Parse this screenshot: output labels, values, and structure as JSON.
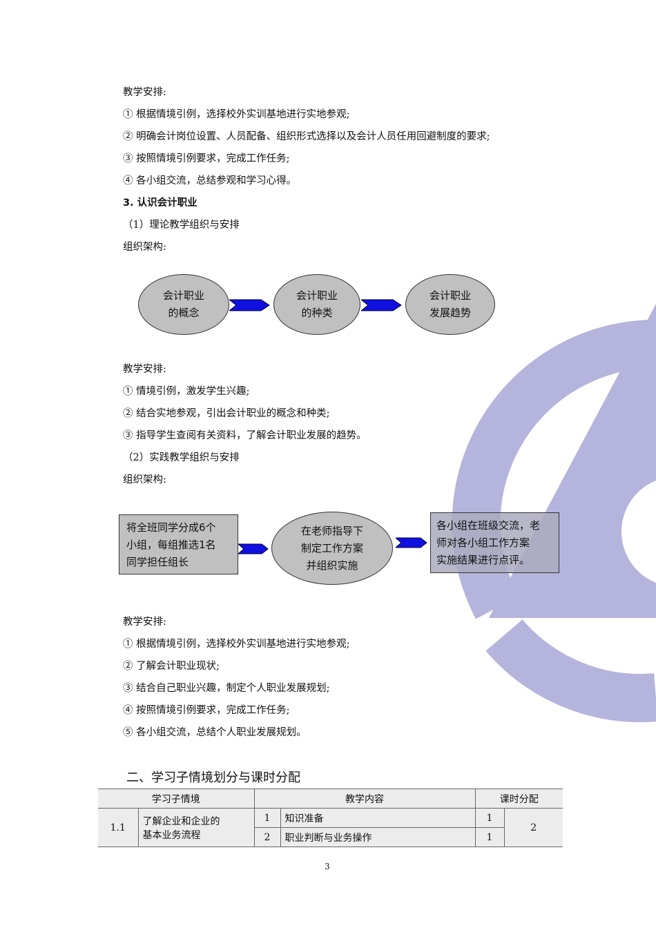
{
  "section1": {
    "heading": "教学安排:",
    "items": [
      "① 根据情境引例，选择校外实训基地进行实地参观;",
      "② 明确会计岗位设置、人员配备、组织形式选择以及会计人员任用回避制度的要求;",
      "③ 按照情境引例要求，完成工作任务;",
      "④ 各小组交流，总结参观和学习心得。"
    ]
  },
  "section3": {
    "title": "3. 认识会计职业",
    "sub1": "（1）理论教学组织与安排",
    "org1": "组织架构:",
    "flow1": [
      [
        "会计职业",
        "的概念"
      ],
      [
        "会计职业",
        "的种类"
      ],
      [
        "会计职业",
        "发展趋势"
      ]
    ],
    "arr1_heading": "教学安排:",
    "arr1_items": [
      "① 情境引例，激发学生兴趣;",
      "② 结合实地参观，引出会计职业的概念和种类;",
      "③ 指导学生查阅有关资料，了解会计职业发展的趋势。"
    ],
    "sub2": "（2）实践教学组织与安排",
    "org2": "组织架构:",
    "flow2": [
      [
        "将全班同学分成6个",
        "小组，每组推选1名",
        "同学担任组长"
      ],
      [
        "在老师指导下",
        "制定工作方案",
        "并组织实施"
      ],
      [
        "各小组在班级交流，老",
        "师对各小组工作方案",
        "实施结果进行点评。"
      ]
    ],
    "arr2_heading": "教学安排:",
    "arr2_items": [
      "① 根据情境引例，选择校外实训基地进行实地参观;",
      "② 了解会计职业现状;",
      "③ 结合自己职业兴趣，制定个人职业发展规划;",
      "④ 按照情境引例要求，完成工作任务;",
      "⑤ 各小组交流，总结个人职业发展规划。"
    ]
  },
  "table_section": {
    "heading": "二、学习子情境划分与课时分配",
    "headers": [
      "学习子情境",
      "教学内容",
      "课时分配"
    ],
    "row": {
      "id": "1.1",
      "name_lines": [
        "了解企业和企业的",
        "基本业务流程"
      ],
      "items": [
        {
          "no": "1",
          "content": "知识准备",
          "hours": "1"
        },
        {
          "no": "2",
          "content": "职业判断与业务操作",
          "hours": "1"
        }
      ],
      "total": "2"
    }
  },
  "page_number": "3",
  "colors": {
    "watermark": "#b4b4dc",
    "node_fill": "#c0c0c0",
    "arrow": "#1010e0"
  }
}
